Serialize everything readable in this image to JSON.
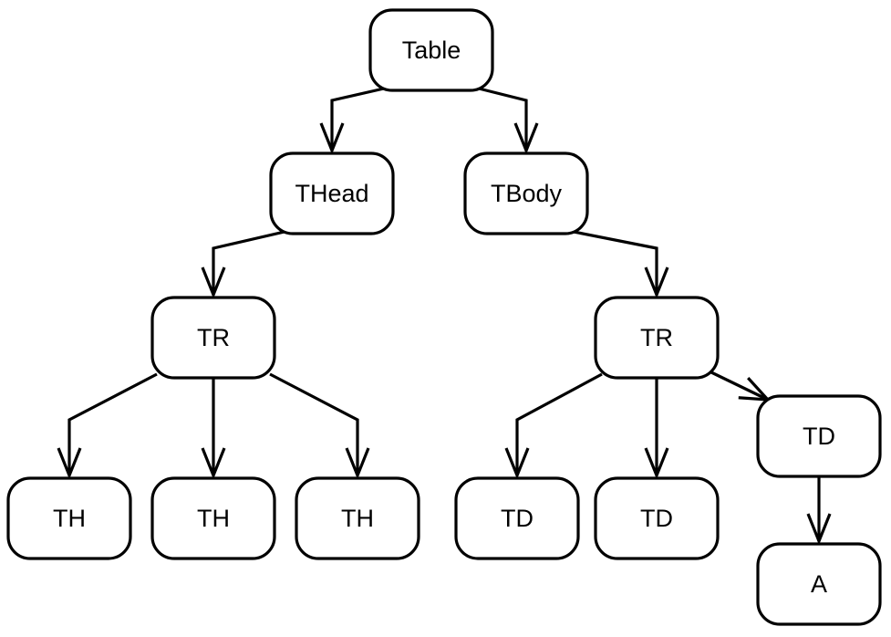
{
  "nodes": [
    {
      "id": "table",
      "label": "Table"
    },
    {
      "id": "thead",
      "label": "THead"
    },
    {
      "id": "tbody",
      "label": "TBody"
    },
    {
      "id": "tr-head",
      "label": "TR"
    },
    {
      "id": "tr-body",
      "label": "TR"
    },
    {
      "id": "th-1",
      "label": "TH"
    },
    {
      "id": "th-2",
      "label": "TH"
    },
    {
      "id": "th-3",
      "label": "TH"
    },
    {
      "id": "td-1",
      "label": "TD"
    },
    {
      "id": "td-2",
      "label": "TD"
    },
    {
      "id": "td-3",
      "label": "TD"
    },
    {
      "id": "a",
      "label": "A"
    }
  ],
  "edges": [
    {
      "from": "table",
      "to": "thead"
    },
    {
      "from": "table",
      "to": "tbody"
    },
    {
      "from": "thead",
      "to": "tr-head"
    },
    {
      "from": "tbody",
      "to": "tr-body"
    },
    {
      "from": "tr-head",
      "to": "th-1"
    },
    {
      "from": "tr-head",
      "to": "th-2"
    },
    {
      "from": "tr-head",
      "to": "th-3"
    },
    {
      "from": "tr-body",
      "to": "td-1"
    },
    {
      "from": "tr-body",
      "to": "td-2"
    },
    {
      "from": "tr-body",
      "to": "td-3"
    },
    {
      "from": "td-3",
      "to": "a"
    }
  ]
}
